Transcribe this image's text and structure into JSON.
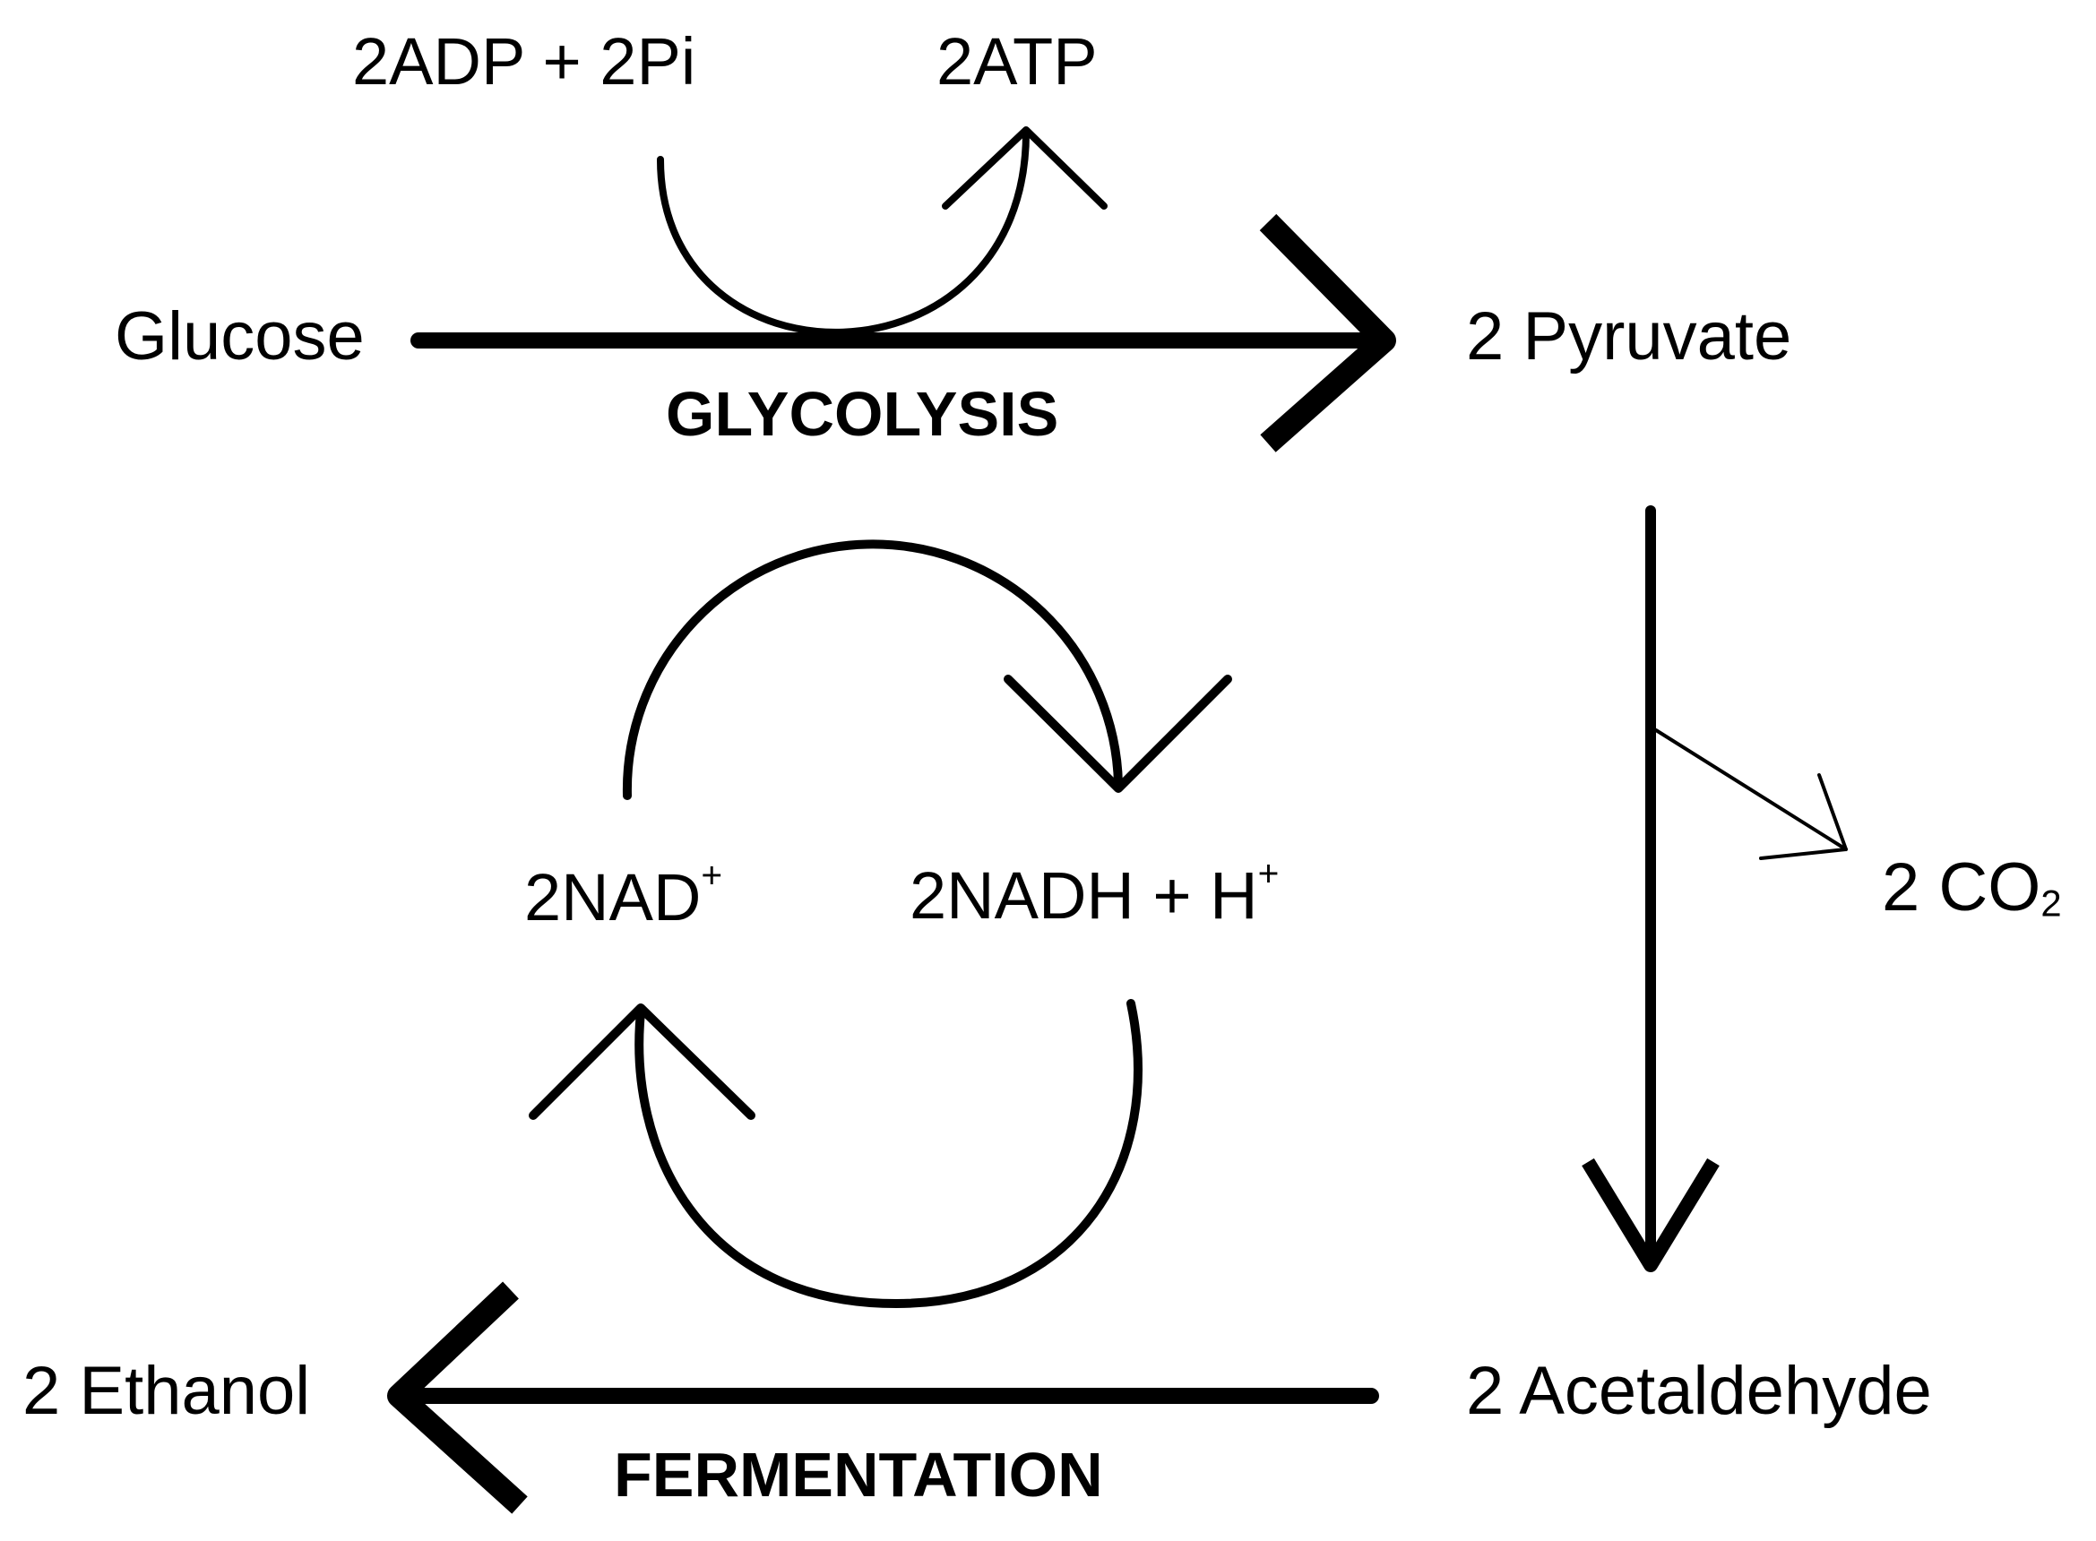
{
  "metabolites": {
    "glucose": "Glucose",
    "pyruvate": "2 Pyruvate",
    "acetaldehyde": "2 Acetaldehyde",
    "ethanol": "2 Ethanol",
    "co2_prefix": "2 CO",
    "co2_sub": "2"
  },
  "cofactors": {
    "adp": "2ADP + 2Pi",
    "atp": "2ATP",
    "nad_base": "2NAD",
    "nad_sup": "+",
    "nadh_base": "2NADH + H",
    "nadh_sup": "+"
  },
  "processes": {
    "glycolysis": "GLYCOLYSIS",
    "fermentation": "FERMENTATION"
  },
  "colors": {
    "ink": "#000000",
    "background": "#ffffff"
  }
}
